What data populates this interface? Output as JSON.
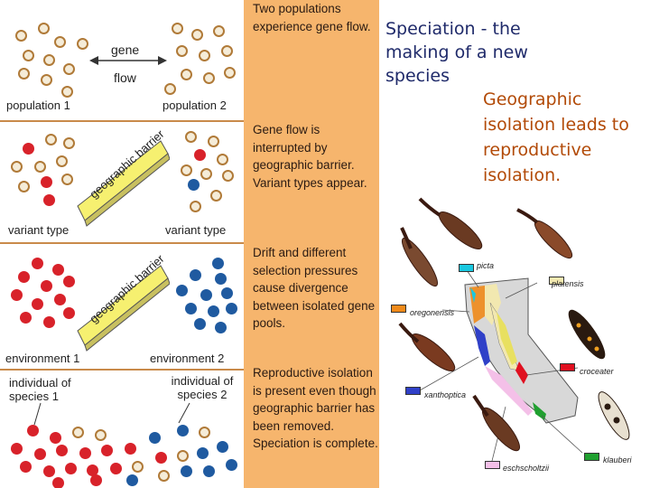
{
  "figure": {
    "captions": [
      "Two populations experience gene flow.",
      "Gene flow is interrupted by geographic barrier. Variant types appear.",
      "Drift and different selection pressures cause divergence between isolated gene pools.",
      "Reproductive isolation is present even though geographic barrier has been removed. Speciation is complete."
    ],
    "panel1": {
      "gene_label": "gene",
      "flow_label": "flow",
      "left_label": "population 1",
      "right_label": "population 2"
    },
    "panel2": {
      "barrier_label": "geographic barrier",
      "left_label": "variant type",
      "right_label": "variant type"
    },
    "panel3": {
      "barrier_label": "geographic barrier",
      "left_label": "environment 1",
      "right_label": "environment 2"
    },
    "panel4": {
      "left_label": "individual of species 1",
      "right_label": "individual of species 2"
    }
  },
  "slide": {
    "title": "Speciation - the making of a new species",
    "subtitle": "Geographic isolation leads to reproductive isolation."
  },
  "map": {
    "legend": [
      {
        "name": "picta",
        "color": "#19c8e0"
      },
      {
        "name": "platensis",
        "color": "#f2e8b0"
      },
      {
        "name": "oregonensis",
        "color": "#f08a1a"
      },
      {
        "name": "croceater",
        "color": "#e01020"
      },
      {
        "name": "xanthoptica",
        "color": "#3040c8"
      },
      {
        "name": "klauberi",
        "color": "#20a030"
      },
      {
        "name": "eschscholtzii",
        "color": "#f4c0e8"
      }
    ]
  }
}
